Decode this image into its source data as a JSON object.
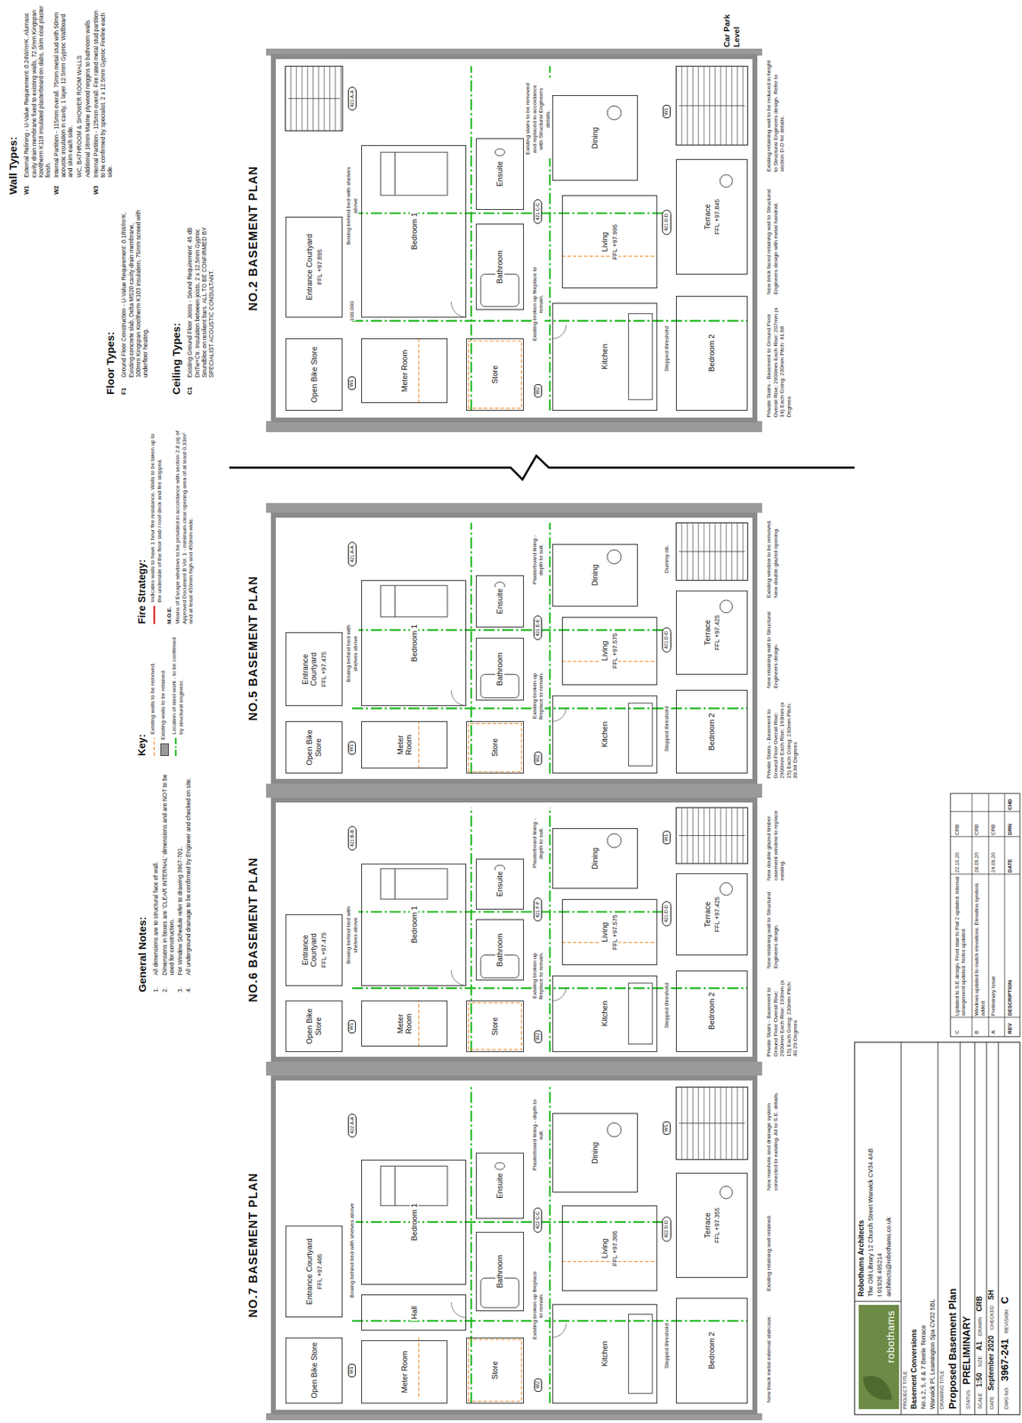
{
  "diagram": {
    "nodes": [
      {
        "text": [
          "NO.2 BASEMENT PLAN"
        ]
      },
      {
        "text": [
          "Open Bike Store"
        ],
        "in": 0
      },
      {
        "text": [
          "Entrance Courtyard",
          "FFL +97.895"
        ],
        "in": 0
      },
      {
        "text": [
          "Meter Room"
        ],
        "in": 0
      },
      {
        "text": [
          "Bedroom 1"
        ],
        "in": 0
      },
      {
        "text": [
          "Store"
        ],
        "in": 0
      },
      {
        "text": [
          "Bathroom"
        ],
        "in": 0
      },
      {
        "text": [
          "Ensuite"
        ],
        "in": 0
      },
      {
        "text": [
          "Kitchen"
        ],
        "in": 0
      },
      {
        "text": [
          "Living",
          "FFL +97.995"
        ],
        "in": 0
      },
      {
        "text": [
          "Dining"
        ],
        "in": 0
      },
      {
        "text": [
          "Bedroom 2"
        ],
        "in": 0
      },
      {
        "text": [
          "Terrace",
          "FFL +97.845"
        ],
        "in": 0
      },
      {
        "text": [
          "NO.5 BASEMENT PLAN"
        ]
      },
      {
        "text": [
          "Open Bike Store"
        ],
        "in": 13
      },
      {
        "text": [
          "Entrance Courtyard",
          "FFL +97.475"
        ],
        "in": 13
      },
      {
        "text": [
          "Meter Room"
        ],
        "in": 13
      },
      {
        "text": [
          "Bedroom 1"
        ],
        "in": 13
      },
      {
        "text": [
          "Store"
        ],
        "in": 13
      },
      {
        "text": [
          "Bathroom"
        ],
        "in": 13
      },
      {
        "text": [
          "Ensuite"
        ],
        "in": 13
      },
      {
        "text": [
          "Kitchen"
        ],
        "in": 13
      },
      {
        "text": [
          "Living",
          "FFL +97.575"
        ],
        "in": 13
      },
      {
        "text": [
          "Dining"
        ],
        "in": 13
      },
      {
        "text": [
          "Bedroom 2"
        ],
        "in": 13
      },
      {
        "text": [
          "Terrace",
          "FFL +97.425"
        ],
        "in": 13
      },
      {
        "text": [
          "NO.6 BASEMENT PLAN"
        ]
      },
      {
        "text": [
          "Open Bike Store"
        ],
        "in": 26
      },
      {
        "text": [
          "Entrance Courtyard",
          "FFL +97.475"
        ],
        "in": 26
      },
      {
        "text": [
          "Meter Room"
        ],
        "in": 26
      },
      {
        "text": [
          "Bedroom 1"
        ],
        "in": 26
      },
      {
        "text": [
          "Store"
        ],
        "in": 26
      },
      {
        "text": [
          "Bathroom"
        ],
        "in": 26
      },
      {
        "text": [
          "Ensuite"
        ],
        "in": 26
      },
      {
        "text": [
          "Kitchen"
        ],
        "in": 26
      },
      {
        "text": [
          "Living",
          "FFL +97.575"
        ],
        "in": 26
      },
      {
        "text": [
          "Dining"
        ],
        "in": 26
      },
      {
        "text": [
          "Bedroom 2"
        ],
        "in": 26
      },
      {
        "text": [
          "Terrace",
          "FFL +97.425"
        ],
        "in": 26
      },
      {
        "text": [
          "NO.7 BASEMENT PLAN"
        ]
      },
      {
        "text": [
          "Open Bike Store"
        ],
        "in": 39
      },
      {
        "text": [
          "Entrance Courtyard",
          "FFL +97.405"
        ],
        "in": 39
      },
      {
        "text": [
          "Meter Room"
        ],
        "in": 39
      },
      {
        "text": [
          "Hall"
        ],
        "in": 39
      },
      {
        "text": [
          "Bedroom 1"
        ],
        "in": 39
      },
      {
        "text": [
          "Store"
        ],
        "in": 39
      },
      {
        "text": [
          "Bathroom"
        ],
        "in": 39
      },
      {
        "text": [
          "Ensuite"
        ],
        "in": 39
      },
      {
        "text": [
          "Kitchen"
        ],
        "in": 39
      },
      {
        "text": [
          "Living",
          "FFL +97.305"
        ],
        "in": 39
      },
      {
        "text": [
          "Dining"
        ],
        "in": 39
      },
      {
        "text": [
          "Bedroom 2"
        ],
        "in": 39
      },
      {
        "text": [
          "Terrace",
          "FFL +97.355"
        ],
        "in": 39
      },
      {
        "text": [
          "robothams"
        ]
      }
    ],
    "labels": [
      "Wall Types:",
      "W1",
      "External Relining - U-Value Requirement: 0.24W/m²K. Alumasc cavity drain membrane fixed to existing walls, 72.5mm Kingspan Kooltherm K118 insulated plasterboard on dabs, skim coat plaster finish.",
      "W2",
      "Internal Partition - 115mm overall. 75mm metal stud with 50mm acoustic insulation in cavity, 1 layer 12.5mm Gyproc Wallboard and skim each side.",
      "WC, BATHROOM & SHOWER ROOM WALLS",
      "Additional 18mm Marine plywood noggins to bathroom walls.",
      "W3",
      "Internal Partition - 125mm overall. Fire rated metal stud partition to be confirmed by specialist. 2 x 12.5mm Gyproc Fireline each side.",
      "Floor Types:",
      "F1",
      "Ground Floor Construction - U-Value Requirement: 0.18W/m²K. Existing concrete slab, Delta MS20 cavity drain membrane, 100mm Kingspan Kooltherm K103 insulation, 75mm screed with underfloor heating.",
      "Ceiling Types:",
      "C1",
      "Existing Ground Floor Joists - Sound Requirement: 45 dB DnTw+Ctr. Insulation between joists, 2 x 12.5mm Gyproc Soundbloc on resilient bars. ALL TO BE CONFIRMED BY SPECIALIST ACOUSTIC CONSULTANT.",
      "Fire Strategy:",
      "M.O.E.",
      "Means of Escape windows to be provided in accordance with section 2.8 (a) of Approved Document B Vol. 1 - minimum clear opening area of at least 0.33m² and at least 450mm high and 450mm wide.",
      "General Notes:",
      "1.",
      "All dimensions are to structural face of wall.",
      "2.",
      "Dimensions in boxes are 'CLEAR INTERNAL' dimensions and are NOT to be used for construction.",
      "3.",
      "For Window Schedule refer to drawing 3967-701.",
      "4.",
      "All underground drainage to be confirmed by Engineer and checked on site.",
      "Key:",
      "Car Park Level",
      "W1",
      "100.000",
      "Boxing behind bed with shelves above",
      "421 A-A",
      "W2",
      "Existing broken up fireplace to remain.",
      "421 C-C",
      "Existing stairs to be removed and replaced in accordance with Structural Engineers details.",
      "Stepped threshold",
      "421 D-D",
      "W1",
      "Private Stairs - Basement to Ground Floor Overall Rise: 2900mm Each Rise: 207mm (x 14) Each Going: 230mm Pitch: 41.98 Degrees",
      "New brick faced retaining wall to Structural Engineers design with metal handrail.",
      "Existing retaining wall to be reduced in height to Structural Engineers design. Refer to section D-D for details.",
      "W1",
      "Boxing behind bed with shelves above",
      "421 A-A",
      "W2",
      "Existing broken up fireplace to remain.",
      "421 E-E",
      "Plasterboard lining - depth to suit.",
      "Stepped threshold",
      "421 D-D",
      "Dummy rib.",
      "Private Stairs - Basement to Ground Floor Overall Rise: 2900mm Each Rise: 193mm (x 15) Each Going: 230mm Pitch: 39.98 Degrees",
      "New retaining wall to Structural Engineers design.",
      "Existing window to be removed. New double glazed opening.",
      "W1",
      "Boxing behind bed with shelves above",
      "421 B-B",
      "W2",
      "Existing broken up fireplace to remain.",
      "421 F-F",
      "Plasterboard lining - depth to suit.",
      "Stepped threshold",
      "421 D-D",
      "W1",
      "Private Stairs - Basement to Ground Floor Overall Rise: 2900mm Each Rise: 193mm (x 15) Each Going: 230mm Pitch: 40.29 Degrees",
      "New retaining wall to Structural Engineers design.",
      "New double glazed timber casement window to replace existing.",
      "W1",
      "Boxing behind bed with shelves above",
      "422 A-A",
      "W2",
      "Existing broken up fireplace to remain.",
      "422 C-C",
      "Plasterboard lining - depth to suit.",
      "Stepped threshold",
      "422 D-D",
      "W1",
      "New black metal external staircase.",
      "Existing retaining wall retained.",
      "New manhole and drainage system connected to existing. All to S.E. details.",
      "Robothams Architects",
      "The Old Library 12 Church Street Warwick CV34 4AB",
      "t 01926 495214",
      "architects@robothams.co.uk",
      "PROJECT TITLE",
      "Basement Conversions",
      "No.s 2, 5, 6 & 7 Berrie Terrace",
      "Warwick Pl, Leamington Spa CV32 5BL",
      "DRAWING TITLE",
      "Proposed Basement Plan",
      "STATUS",
      "PRELIMINARY",
      "SCALE",
      "1:50",
      "SIZE",
      "A1",
      "DRAWN",
      "CRB",
      "DATE",
      "September 2020",
      "CHECKED",
      "SH",
      "DWG NO.",
      "3967-241",
      "REVISION",
      "C",
      "C",
      "Updated to S.E design. Front stair to Flat 2 updated. Internal arrangement updated. Notes updated.",
      "22.10.20",
      "CRB",
      "B",
      "Windows updated to match elevations. Elevation symbols added.",
      "28.09.20",
      "CRB",
      "A",
      "Preliminary Issue",
      "24.09.20",
      "CRB",
      "REV",
      "DESCRIPTION",
      "DATE",
      "DRN",
      "CHD"
    ],
    "legend": [
      {
        "text": "Indicates walls to have 1 hour fire resistance. Walls to be taken up to the underside of the floor slab / roof deck and fire stopped."
      },
      {
        "text": "Existing walls to be removed."
      },
      {
        "text": "Existing walls to be retained.",
        "color": "#9a9a9a"
      },
      {
        "text": "Location of steel work - to be confirmed by structural engineer."
      }
    ]
  }
}
